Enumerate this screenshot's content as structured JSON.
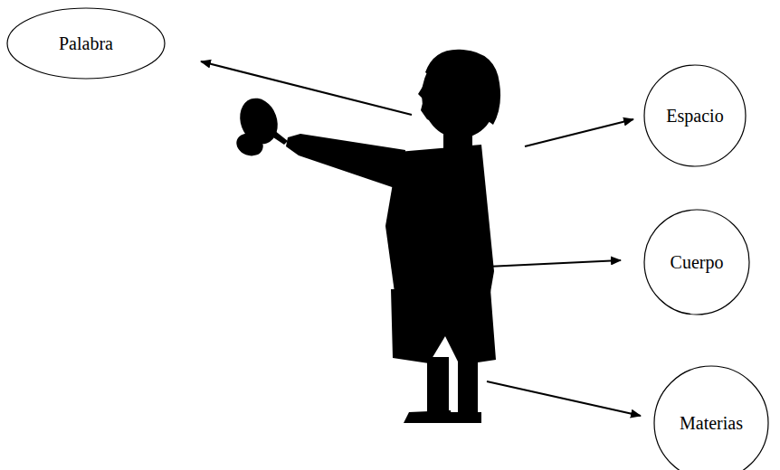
{
  "diagram": {
    "nodes": [
      {
        "text": [
          "Palabra"
        ]
      },
      {
        "text": [
          "Espacio"
        ]
      },
      {
        "text": [
          "Cuerpo"
        ]
      },
      {
        "text": [
          "Materias"
        ]
      }
    ]
  }
}
